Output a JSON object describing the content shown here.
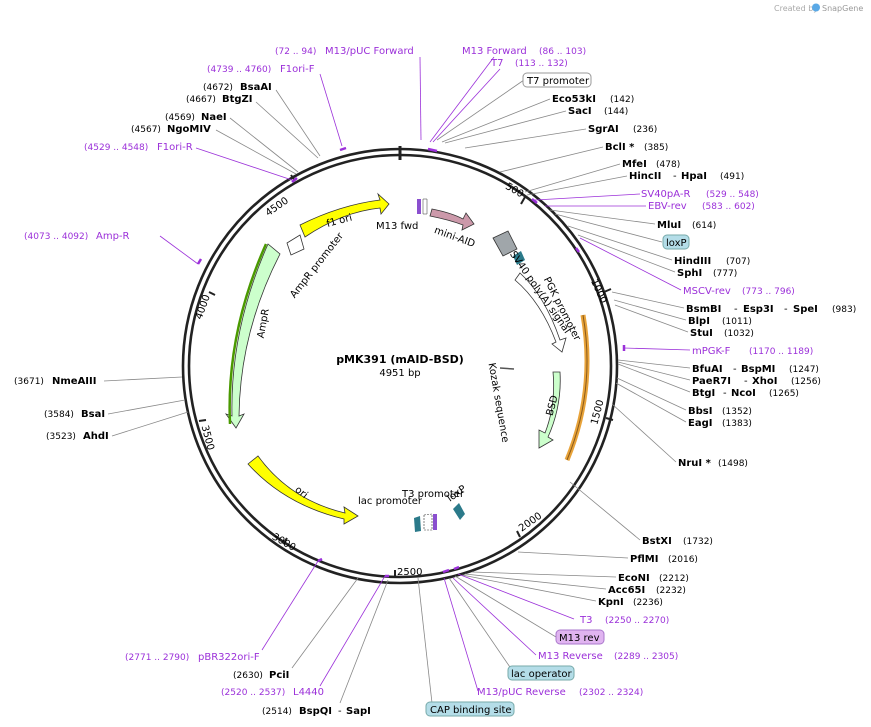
{
  "branding": {
    "created_by": "Created by",
    "app_name": "SnapGene"
  },
  "plasmid": {
    "name": "pMK391 (mAID-BSD)",
    "length": "4951 bp"
  },
  "ticks": [
    "500",
    "1000",
    "1500",
    "2000",
    "2500",
    "3000",
    "3500",
    "4000",
    "4500"
  ],
  "features": {
    "f1_ori": "f1 ori",
    "ampr_promoter": "AmpR promoter",
    "ampr": "AmpR",
    "ori": "ori",
    "lac_promoter": "lac promoter",
    "t3_promoter": "T3 promoter",
    "loxp": "loxP",
    "bsd": "BSD",
    "kozak": "Kozak sequence",
    "pgk_promoter": "PGK promoter",
    "sv40": "SV40 poly(A) signal",
    "mini_aid": "mini-AID",
    "m13_fwd": "M13 fwd"
  },
  "right_labels": [
    {
      "name": "T7 promoter",
      "type": "boxwhite"
    },
    {
      "name": "Eco53kI",
      "pos": "(142)"
    },
    {
      "name": "SacI",
      "pos": "(144)"
    },
    {
      "name": "SgrAI",
      "pos": "(236)"
    },
    {
      "name": "BclI *",
      "pos": "(385)"
    },
    {
      "name": "MfeI",
      "pos": "(478)"
    },
    {
      "name": "HincII",
      "name2": "HpaI",
      "pos": "(491)"
    },
    {
      "name": "SV40pA-R",
      "pos": "(529 .. 548)",
      "type": "primer"
    },
    {
      "name": "EBV-rev",
      "pos": "(583 .. 602)",
      "type": "primer"
    },
    {
      "name": "MluI",
      "pos": "(614)"
    },
    {
      "name": "loxP",
      "type": "boxblue"
    },
    {
      "name": "HindIII",
      "pos": "(707)"
    },
    {
      "name": "SphI",
      "pos": "(777)"
    },
    {
      "name": "MSCV-rev",
      "pos": "(773 .. 796)",
      "type": "primer"
    },
    {
      "name": "BsmBI",
      "name2": "Esp3I",
      "name3": "SpeI",
      "pos": "(983)"
    },
    {
      "name": "BlpI",
      "pos": "(1011)"
    },
    {
      "name": "StuI",
      "pos": "(1032)"
    },
    {
      "name": "mPGK-F",
      "pos": "(1170 .. 1189)",
      "type": "primer"
    },
    {
      "name": "BfuAI",
      "name2": "BspMI",
      "pos": "(1247)"
    },
    {
      "name": "PaeR7I",
      "name2": "XhoI",
      "pos": "(1256)"
    },
    {
      "name": "BtgI",
      "name2": "NcoI",
      "pos": "(1265)"
    },
    {
      "name": "BbsI",
      "pos": "(1352)"
    },
    {
      "name": "EagI",
      "pos": "(1383)"
    },
    {
      "name": "NruI *",
      "pos": "(1498)"
    },
    {
      "name": "BstXI",
      "pos": "(1732)"
    },
    {
      "name": "PflMI",
      "pos": "(2016)"
    },
    {
      "name": "EcoNI",
      "pos": "(2212)"
    },
    {
      "name": "Acc65I",
      "pos": "(2232)"
    },
    {
      "name": "KpnI",
      "pos": "(2236)"
    },
    {
      "name": "T3",
      "pos": "(2250 .. 2270)",
      "type": "primer"
    },
    {
      "name": "M13 rev",
      "type": "boxpurple"
    },
    {
      "name": "M13 Reverse",
      "pos": "(2289 .. 2305)",
      "type": "primer"
    },
    {
      "name": "lac operator",
      "type": "boxblue"
    },
    {
      "name": "M13/pUC Reverse",
      "pos": "(2302 .. 2324)",
      "type": "primer"
    },
    {
      "name": "CAP binding site",
      "type": "boxblue"
    }
  ],
  "left_labels": [
    {
      "name": "M13/pUC Forward",
      "pos": "(72 .. 94)",
      "type": "primer"
    },
    {
      "name": "M13 Forward",
      "pos": "(86 .. 103)",
      "type": "primer"
    },
    {
      "name": "T7",
      "pos": "(113 .. 132)",
      "type": "primer"
    },
    {
      "name": "F1ori-F",
      "pos": "(4739 .. 4760)",
      "type": "primer"
    },
    {
      "name": "BsaAI",
      "pos": "(4672)"
    },
    {
      "name": "BtgZI",
      "pos": "(4667)"
    },
    {
      "name": "NaeI",
      "pos": "(4569)"
    },
    {
      "name": "NgoMIV",
      "pos": "(4567)"
    },
    {
      "name": "F1ori-R",
      "pos": "(4529 .. 4548)",
      "type": "primer"
    },
    {
      "name": "Amp-R",
      "pos": "(4073 .. 4092)",
      "type": "primer"
    },
    {
      "name": "NmeAIII",
      "pos": "(3671)"
    },
    {
      "name": "BsaI",
      "pos": "(3584)"
    },
    {
      "name": "AhdI",
      "pos": "(3523)"
    },
    {
      "name": "pBR322ori-F",
      "pos": "(2771 .. 2790)",
      "type": "primer"
    },
    {
      "name": "PciI",
      "pos": "(2630)"
    },
    {
      "name": "L4440",
      "pos": "(2520 .. 2537)",
      "type": "primer"
    },
    {
      "name": "BspQI",
      "name2": "SapI",
      "pos": "(2514)"
    }
  ]
}
